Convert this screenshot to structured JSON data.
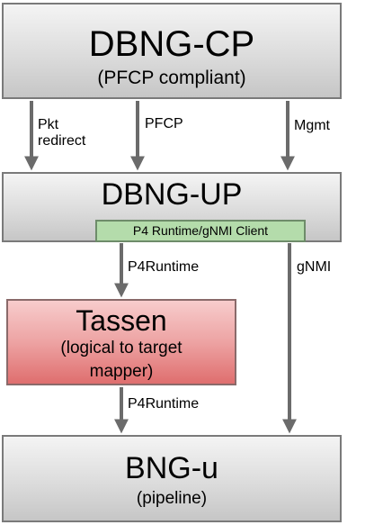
{
  "nodes": {
    "cp": {
      "title": "DBNG-CP",
      "subtitle": "(PFCP compliant)"
    },
    "up": {
      "title": "DBNG-UP",
      "client_label": "P4 Runtime/gNMI Client"
    },
    "tassen": {
      "title": "Tassen",
      "subtitle_line1": "(logical to target",
      "subtitle_line2": "mapper)"
    },
    "bng": {
      "title": "BNG-u",
      "subtitle": "(pipeline)"
    }
  },
  "edges": {
    "pkt_redirect": {
      "line1": "Pkt",
      "line2": "redirect"
    },
    "pfcp": {
      "label": "PFCP"
    },
    "mgmt": {
      "label": "Mgmt"
    },
    "p4runtime_upper": {
      "label": "P4Runtime"
    },
    "gnmi": {
      "label": "gNMI"
    },
    "p4runtime_lower": {
      "label": "P4Runtime"
    }
  },
  "colors": {
    "arrow": "#6b6b6b",
    "client_fill": "#b4dcab",
    "tassen_fill": "#eda3a3"
  }
}
